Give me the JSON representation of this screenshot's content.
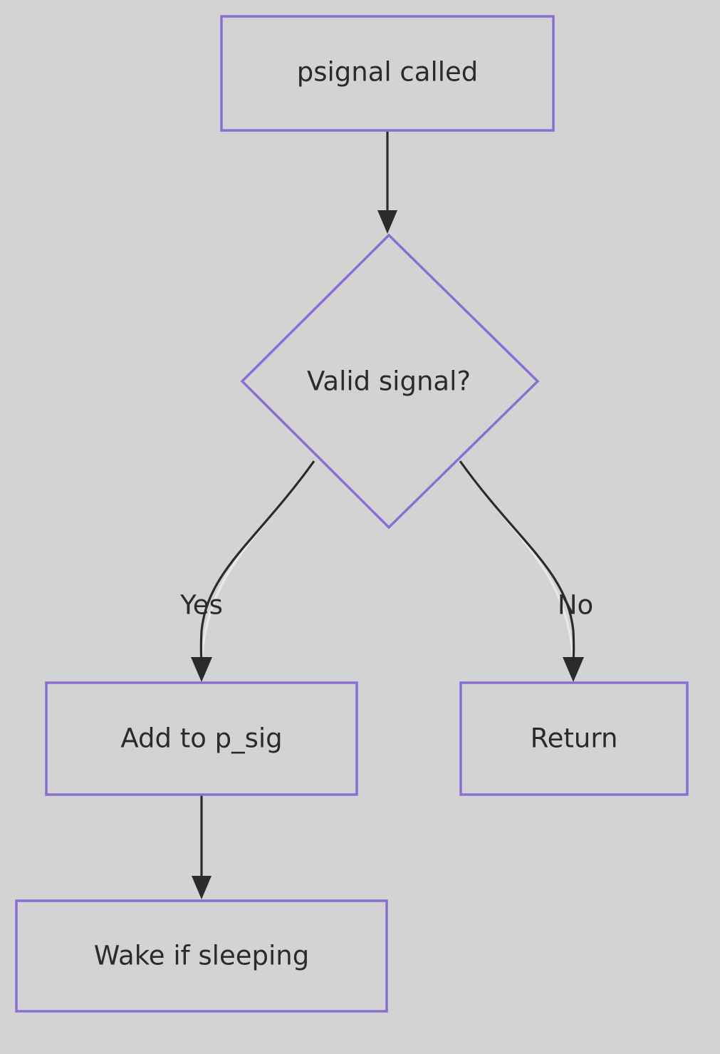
{
  "diagram": {
    "type": "flowchart",
    "direction": "top-down",
    "background_color": "#d3d3d3",
    "node_border_color": "#8a6fd1",
    "node_fill_color": "#d3d3d3",
    "edge_color": "#2b2b2b",
    "text_color": "#2b2b2b",
    "nodes": [
      {
        "id": "start",
        "shape": "rectangle",
        "label": "psignal called"
      },
      {
        "id": "decide",
        "shape": "diamond",
        "label": "Valid signal?"
      },
      {
        "id": "add",
        "shape": "rectangle",
        "label": "Add to p_sig"
      },
      {
        "id": "return",
        "shape": "rectangle",
        "label": "Return"
      },
      {
        "id": "wake",
        "shape": "rectangle",
        "label": "Wake if sleeping"
      }
    ],
    "edges": [
      {
        "from": "start",
        "to": "decide",
        "label": ""
      },
      {
        "from": "decide",
        "to": "add",
        "label": "Yes"
      },
      {
        "from": "decide",
        "to": "return",
        "label": "No"
      },
      {
        "from": "add",
        "to": "wake",
        "label": ""
      }
    ]
  }
}
